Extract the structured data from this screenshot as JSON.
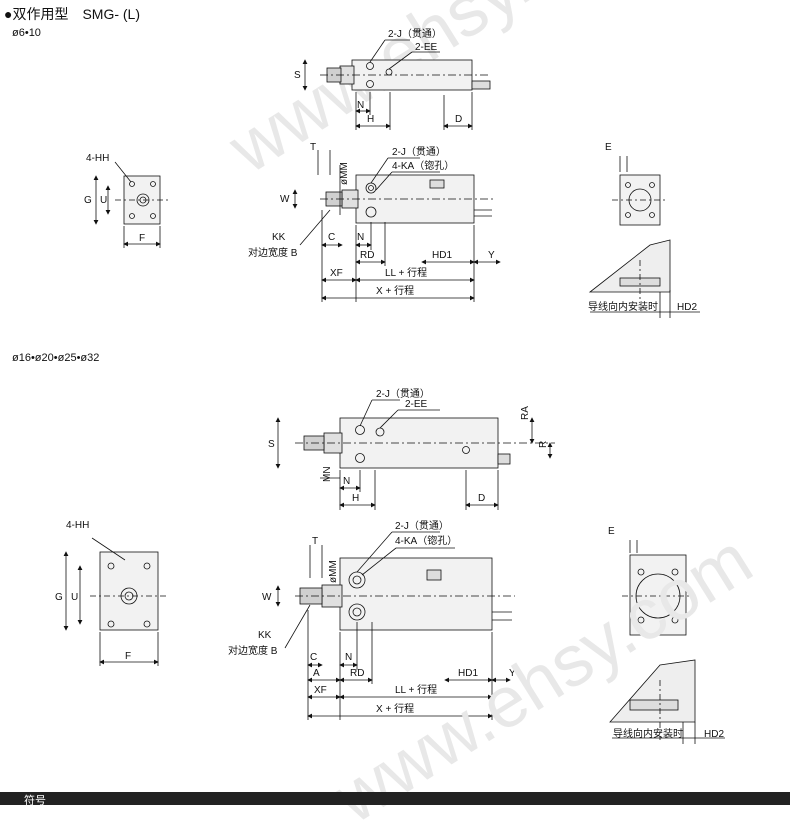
{
  "header": {
    "title": "●双作用型　SMG- (L)",
    "section1": "ø6•10",
    "section2": "ø16•ø20•ø25•ø32"
  },
  "watermark": "www.ehsy.com",
  "labels": {
    "s": "S",
    "h": "H",
    "n": "N",
    "d": "D",
    "mn": "MN",
    "ra": "RA",
    "r": "R",
    "j_through": "2-J（贯通）",
    "ee": "2-EE",
    "ka": "4-KA（锪孔）",
    "t": "T",
    "mm": "øMM",
    "w": "W",
    "kk": "KK",
    "c": "C",
    "a": "A",
    "rd": "RD",
    "hd1": "HD1",
    "y": "Y",
    "xf": "XF",
    "ll": "LL + 行程",
    "x": "X + 行程",
    "width_across": "对边宽度 B",
    "hh": "4-HH",
    "g": "G",
    "u": "U",
    "f": "F",
    "e": "E",
    "lead_dir": "导线向内安装时",
    "hd2": "HD2"
  },
  "footer": {
    "symbol": "符号"
  }
}
